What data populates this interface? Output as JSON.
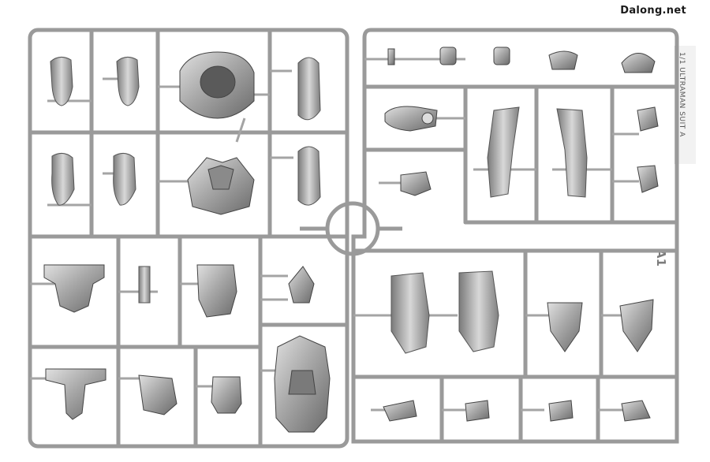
{
  "watermark": {
    "text": "Dalong.net"
  },
  "sprue": {
    "label_text": "1/1 ULTRAMAN SUIT A",
    "id_tag": "A1"
  },
  "colors": {
    "background": "#ffffff",
    "plastic": "#a9a9a9",
    "plastic_dark": "#6e6e6e",
    "plastic_light": "#d4d4d4"
  }
}
